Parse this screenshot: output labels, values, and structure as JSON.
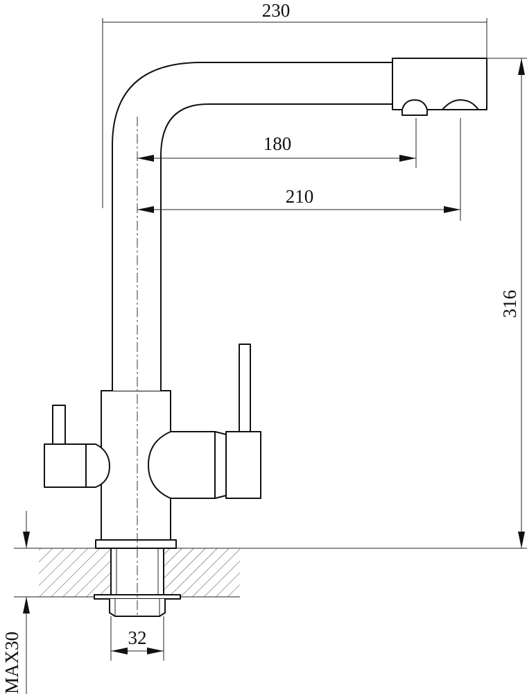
{
  "drawing": {
    "dimensions": {
      "overall_width": "230",
      "outlet_1_reach": "180",
      "outlet_2_reach": "210",
      "height": "316",
      "shank_diameter": "32",
      "max_countertop_thickness": "MAX30"
    },
    "colors": {
      "line": "#111111",
      "background": "#ffffff",
      "hatch": "#444444"
    }
  }
}
